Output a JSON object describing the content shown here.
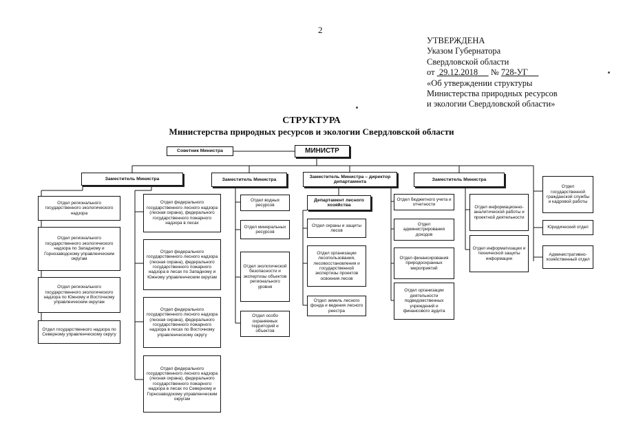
{
  "page_number": "2",
  "approval": {
    "line1": "УТВЕРЖДЕНА",
    "line2": "Указом Губернатора",
    "line3": "Свердловской области",
    "date_prefix": "от",
    "date": "29.12.2018",
    "number_prefix": "№",
    "number": "728-УГ",
    "line5": "«Об утверждении структуры",
    "line6": "Министерства природных ресурсов",
    "line7": "и экологии Свердловской области»"
  },
  "title": "СТРУКТУРА",
  "subtitle": "Министерства природных ресурсов и экологии Свердловской области",
  "top": {
    "advisor": "Советник Министра",
    "minister": "МИНИСТР"
  },
  "col1": {
    "header": "Заместитель Министра",
    "left": [
      "Отдел регионального государственного экологического надзора",
      "Отдел регионального государственного экологического надзора по Западному и Горнозаводскому управленческим округам",
      "Отдел регионального государственного экологического надзора по Южному и Восточному управленческим округам",
      "Отдел государственного надзора по Северному управленческому округу"
    ],
    "right": [
      "Отдел федерального государственного лесного надзора (лесная охрана), федерального государственного пожарного надзора в лесах",
      "Отдел федерального государственного лесного надзора (лесная охрана), федерального государственного пожарного надзора в лесах по Западному и Южному управленческим округам",
      "Отдел федерального государственного лесного надзора (лесная охрана), федерального государственного пожарного надзора в лесах по Восточному управленческому округу",
      "Отдел федерального государственного лесного надзора (лесная охрана), федерального государственного пожарного надзора в лесах по Северному и Горнозаводскому управленческим округам"
    ]
  },
  "col2": {
    "header": "Заместитель Министра",
    "items": [
      "Отдел водных ресурсов",
      "Отдел минеральных ресурсов",
      "Отдел экологической безопасности и экспертизы объектов регионального уровня",
      "Отдел особо охраняемых территорий и объектов"
    ]
  },
  "col3": {
    "header": "Заместитель Министра – директор департамента",
    "department": "Департамент лесного хозяйства",
    "items": [
      "Отдел охраны и защиты лесов",
      "Отдел организации лесопользования, лесовосстановления и государственной экспертизы проектов освоения лесов",
      "Отдел земель лесного фонда и ведения лесного реестра"
    ]
  },
  "col4": {
    "header": "Заместитель Министра",
    "left": [
      "Отдел бюджетного учета и отчетности",
      "Отдел администрирования доходов",
      "Отдел финансирования природоохранных мероприятий",
      "Отдел организации деятельности подведомственных учреждений и финансового аудита"
    ],
    "right": [
      "Отдел информационно-аналитической работы и проектной деятельности",
      "Отдел информатизации и технической защиты информации"
    ]
  },
  "col5": {
    "items": [
      "Отдел государственной гражданской службы и кадровой работы",
      "Юридический отдел",
      "Административно-хозяйственный отдел"
    ]
  }
}
